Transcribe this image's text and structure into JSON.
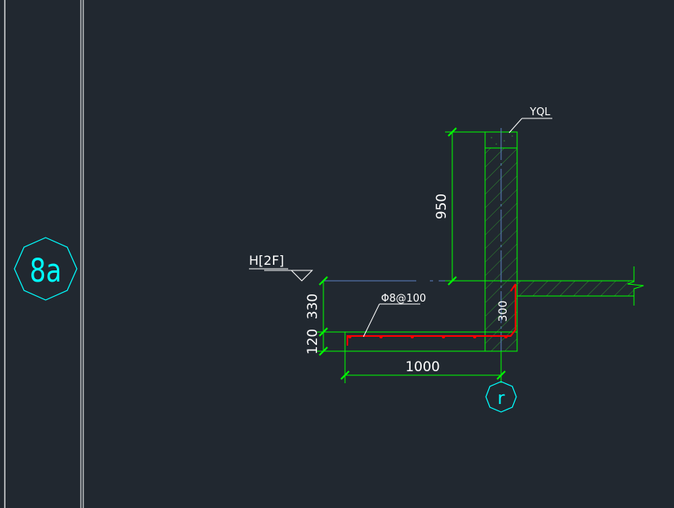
{
  "colors": {
    "background": "#212830",
    "frame_line": "#ffffff",
    "structure": "#00ff00",
    "rebar": "#ff0000",
    "axis_bubble": "#00ffff",
    "centerline": "#5a7fbf",
    "annotation": "#ffffff",
    "hatch": "#2f8f2f"
  },
  "labels": {
    "axis_left": "8a",
    "axis_bottom": "r",
    "beam_tag": "YQL",
    "level_tag": "H[2F]",
    "rebar_spec": "Φ8@100"
  },
  "dimensions": {
    "wall_height": "950",
    "drop_height": "330",
    "slab_thickness": "120",
    "slab_length": "1000",
    "bend_length": "300"
  }
}
